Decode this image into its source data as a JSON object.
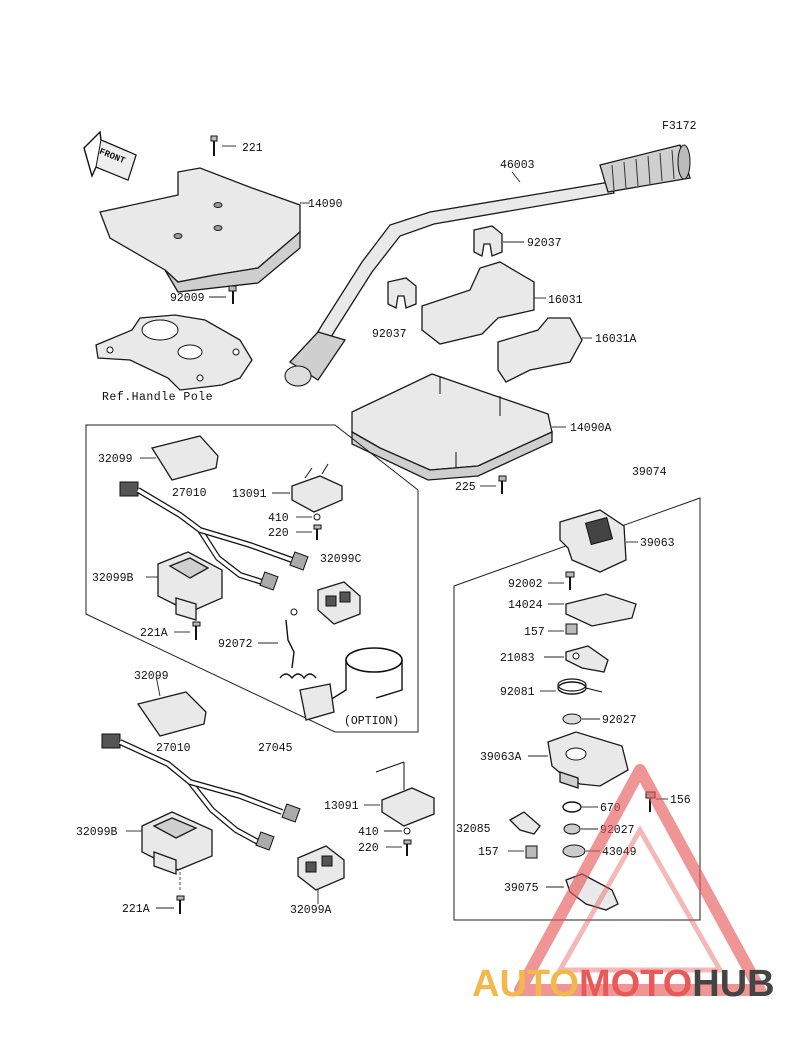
{
  "figure_code": "F3172",
  "front_label": "FRONT",
  "ref_note": "Ref.Handle Pole",
  "option_note": "(OPTION)",
  "labels": {
    "p221": "221",
    "p14090": "14090",
    "p92009": "92009",
    "p46003": "46003",
    "p92037_top": "92037",
    "p92037_left": "92037",
    "p16031": "16031",
    "p16031A": "16031A",
    "p14090A": "14090A",
    "p225": "225",
    "p39074": "39074",
    "p32099_top": "32099",
    "p27010_top": "27010",
    "p13091_top": "13091",
    "p410_top": "410",
    "p220_top": "220",
    "p32099C": "32099C",
    "p32099B_top": "32099B",
    "p221A_top": "221A",
    "p92072": "92072",
    "p32099_bot": "32099",
    "p27010_bot": "27010",
    "p27045": "27045",
    "p13091_bot": "13091",
    "p410_bot": "410",
    "p220_bot": "220",
    "p32099B_bot": "32099B",
    "p221A_bot": "221A",
    "p32099A": "32099A",
    "p39063": "39063",
    "p92002": "92002",
    "p14024": "14024",
    "p157_top": "157",
    "p21083": "21083",
    "p92081": "92081",
    "p92027_top": "92027",
    "p39063A": "39063A",
    "p670": "670",
    "p156": "156",
    "p32085": "32085",
    "p92027_bot": "92027",
    "p157_bot": "157",
    "p43049": "43049",
    "p39075": "39075"
  },
  "watermark": {
    "part1": "AUTO",
    "part2": "MOTO",
    "part3": "HUB",
    "color1": "#f2b84b",
    "color2": "#e85a5a",
    "color3": "#444444"
  }
}
